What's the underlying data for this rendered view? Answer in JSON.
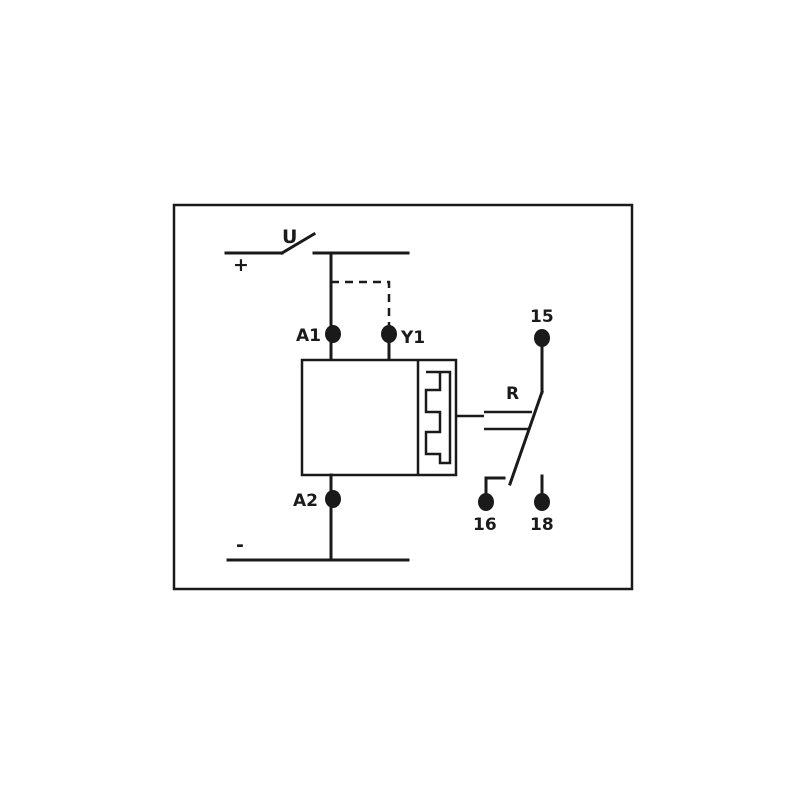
{
  "diagram": {
    "labels": {
      "switch": "U",
      "plus": "+",
      "minus": "-",
      "a1": "A1",
      "y1": "Y1",
      "a2": "A2",
      "relay": "R",
      "t15": "15",
      "t16": "16",
      "t18": "18"
    },
    "colors": {
      "ink": "#1a1a1a",
      "background": "#ffffff"
    }
  }
}
